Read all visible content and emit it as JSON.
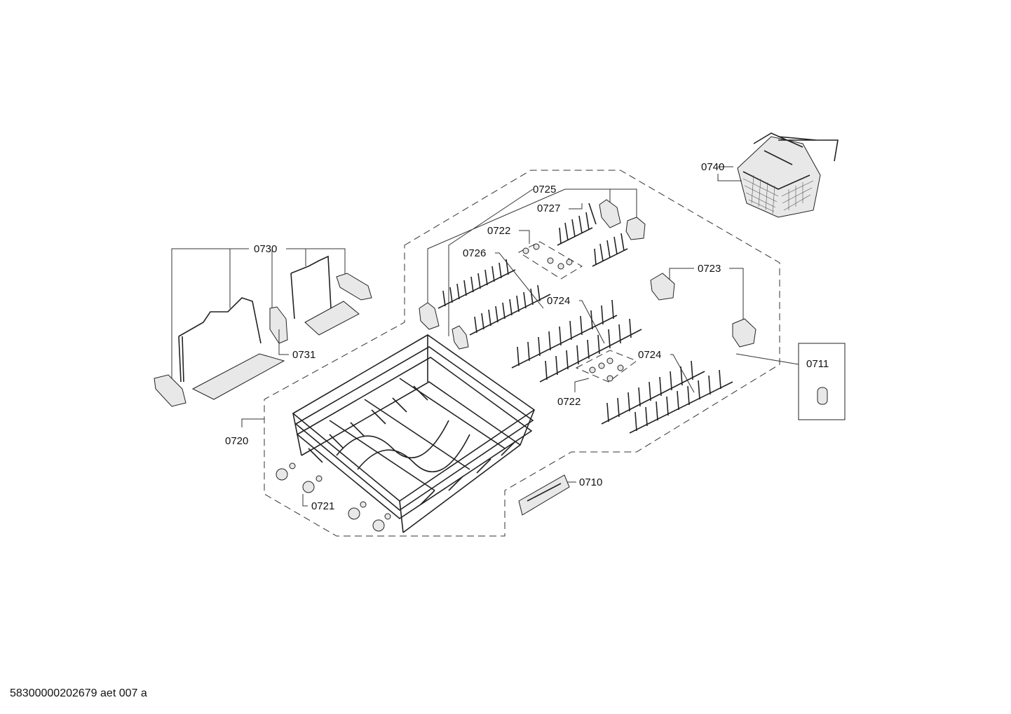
{
  "footer": "58300000202679 aet 007 a",
  "labels": {
    "p0740": "0740",
    "p0725": "0725",
    "p0727": "0727",
    "p0722a": "0722",
    "p0726": "0726",
    "p0730": "0730",
    "p0723": "0723",
    "p0724a": "0724",
    "p0731": "0731",
    "p0724b": "0724",
    "p0711": "0711",
    "p0722b": "0722",
    "p0720": "0720",
    "p0710": "0710",
    "p0721": "0721"
  }
}
